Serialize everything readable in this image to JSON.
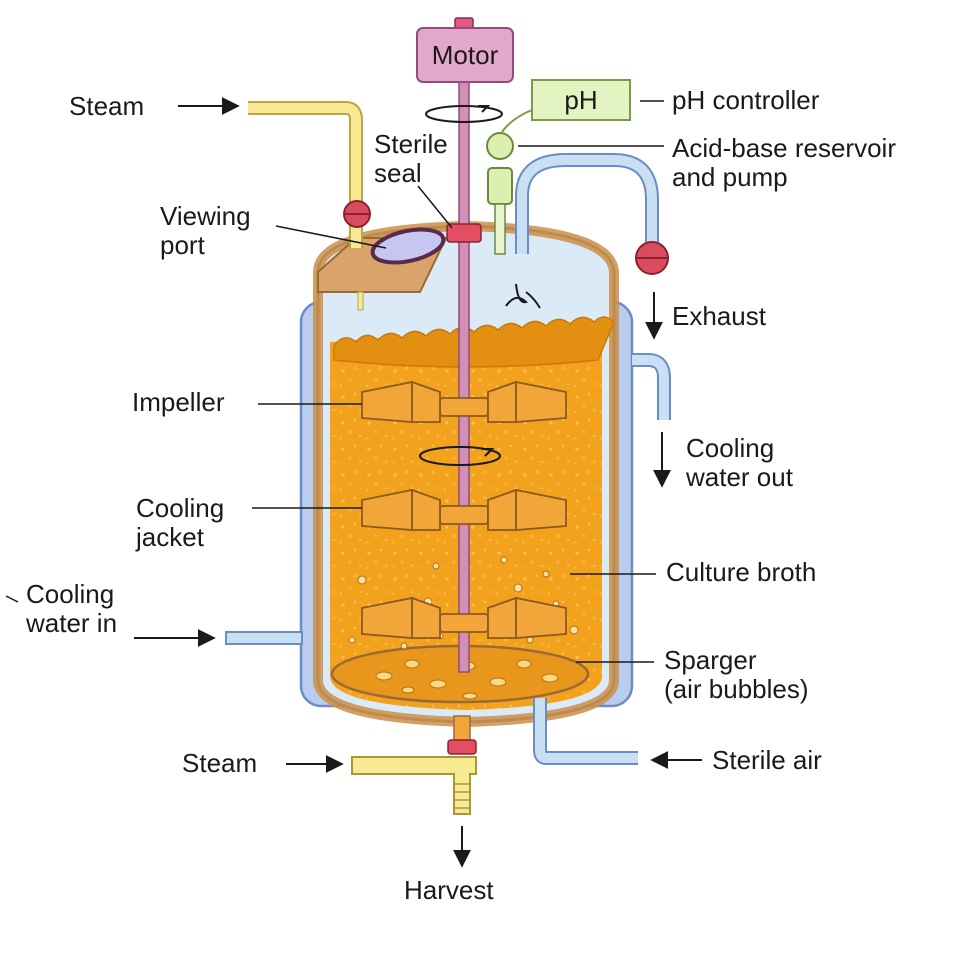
{
  "boxes": {
    "motor": "Motor",
    "ph": "pH"
  },
  "labels": {
    "steam_top": "Steam",
    "sterile_seal": [
      "Sterile",
      "seal"
    ],
    "ph_controller": "pH controller",
    "acid_base": [
      "Acid-base reservoir",
      "and pump"
    ],
    "viewing_port": [
      "Viewing",
      "port"
    ],
    "exhaust": "Exhaust",
    "impeller": "Impeller",
    "cooling_water_out": [
      "Cooling",
      "water out"
    ],
    "cooling_jacket": [
      "Cooling",
      "jacket"
    ],
    "culture_broth": "Culture broth",
    "cooling_water_in": [
      "Cooling",
      "water in"
    ],
    "sparger": [
      "Sparger",
      "(air bubbles)"
    ],
    "steam_bottom": "Steam",
    "sterile_air": "Sterile air",
    "harvest": "Harvest"
  },
  "colors": {
    "jacket": "#b9cdee",
    "vessel_wall": "#c98f4c",
    "broth": "#f3a21e",
    "foam": "#e38f12",
    "headspace": "#dbeaf7",
    "shaft": "#d48fb6",
    "motor": "#e3a7cd",
    "ph_box": "#e3f3c2",
    "steam_pipe": "#f7ea93",
    "air_pipe": "#c9dff2",
    "valve": "#d94c5d"
  }
}
